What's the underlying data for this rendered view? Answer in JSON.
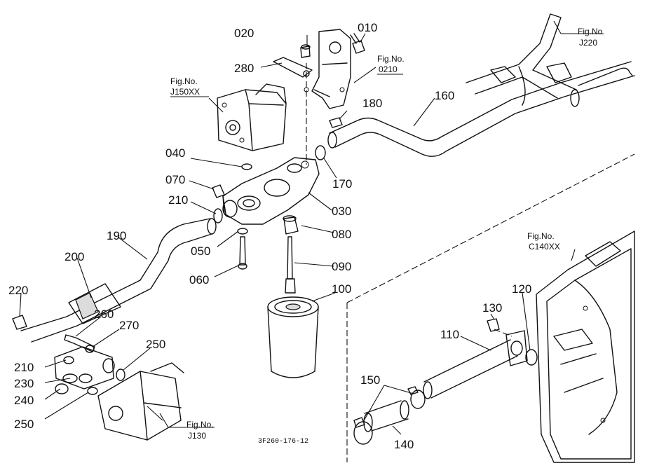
{
  "callouts": {
    "c010": "010",
    "c020": "020",
    "c030": "030",
    "c040": "040",
    "c050": "050",
    "c060": "060",
    "c070": "070",
    "c080": "080",
    "c090": "090",
    "c100": "100",
    "c110": "110",
    "c120": "120",
    "c130": "130",
    "c140": "140",
    "c150": "150",
    "c160": "160",
    "c170": "170",
    "c180": "180",
    "c190": "190",
    "c200": "200",
    "c210a": "210",
    "c210b": "210",
    "c220": "220",
    "c230": "230",
    "c240": "240",
    "c250a": "250",
    "c250b": "250",
    "c260": "260",
    "c270": "270",
    "c280": "280"
  },
  "figure_refs": {
    "label": "Fig.No.",
    "j150": "J150XX",
    "f0210": "0210",
    "j220": "J220",
    "c140": "C140XX",
    "j130": "J130"
  },
  "drawing_code": "3F260-176-12"
}
